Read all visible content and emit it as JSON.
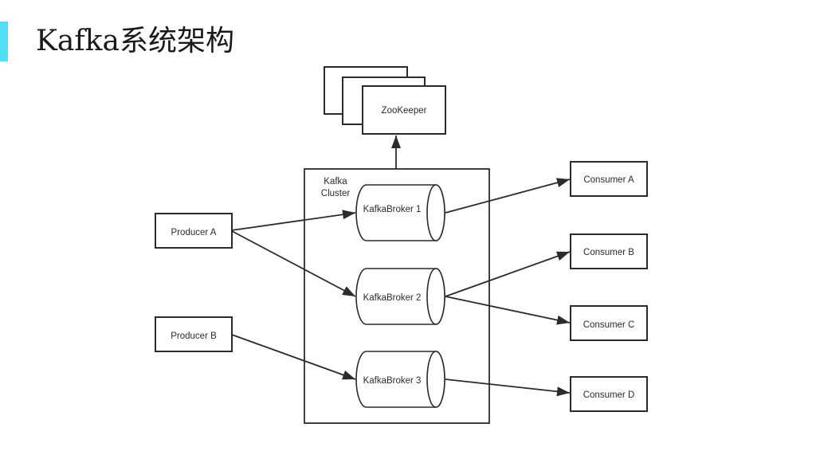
{
  "slide": {
    "title": "Kafka系统架构",
    "accent_color": "#4ee0f7"
  },
  "diagram": {
    "zookeeper": {
      "label": "ZooKeeper"
    },
    "cluster": {
      "label_line1": "Kafka",
      "label_line2": "Cluster"
    },
    "brokers": [
      {
        "id": "broker1",
        "label": "KafkaBroker 1"
      },
      {
        "id": "broker2",
        "label": "KafkaBroker 2"
      },
      {
        "id": "broker3",
        "label": "KafkaBroker 3"
      }
    ],
    "producers": [
      {
        "id": "producerA",
        "label": "Producer A"
      },
      {
        "id": "producerB",
        "label": "Producer B"
      }
    ],
    "consumers": [
      {
        "id": "consumerA",
        "label": "Consumer A"
      },
      {
        "id": "consumerB",
        "label": "Consumer B"
      },
      {
        "id": "consumerC",
        "label": "Consumer C"
      },
      {
        "id": "consumerD",
        "label": "Consumer D"
      }
    ],
    "edges": [
      {
        "from": "cluster",
        "to": "zookeeper"
      },
      {
        "from": "producerA",
        "to": "broker1"
      },
      {
        "from": "producerA",
        "to": "broker2"
      },
      {
        "from": "producerB",
        "to": "broker3"
      },
      {
        "from": "broker1",
        "to": "consumerA"
      },
      {
        "from": "broker2",
        "to": "consumerB"
      },
      {
        "from": "broker2",
        "to": "consumerC"
      },
      {
        "from": "broker3",
        "to": "consumerD"
      }
    ]
  }
}
